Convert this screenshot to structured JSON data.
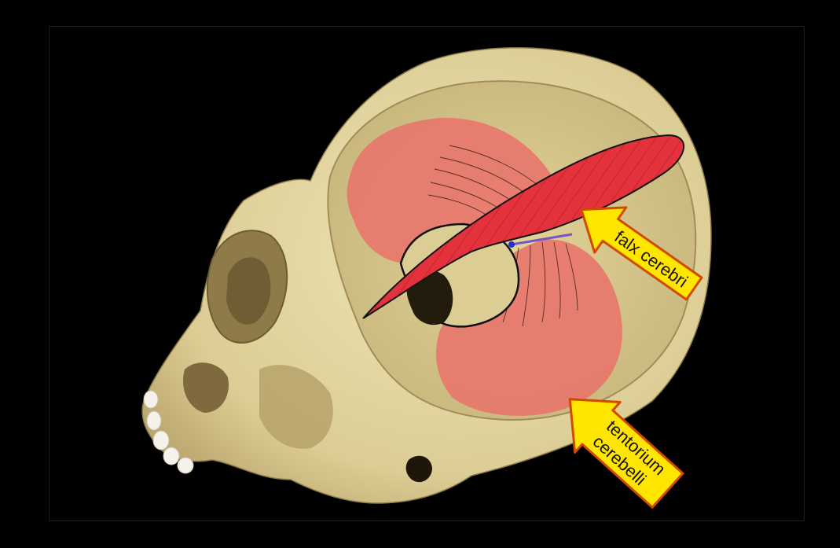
{
  "labels": {
    "falx": "falx cerebri",
    "tentorium_line1": "tentorium",
    "tentorium_line2": "cerebelli"
  },
  "colors": {
    "background": "#000000",
    "bone": "#e6d9a6",
    "bone_shadow": "#b9a672",
    "membrane": "#e8756b",
    "falx": "#e3323c",
    "arrow_fill": "#ffe600",
    "arrow_edge": "#d24a00"
  },
  "icons": {
    "falx_arrow": "arrow-left-icon",
    "tentorium_arrow": "arrow-up-left-icon"
  }
}
